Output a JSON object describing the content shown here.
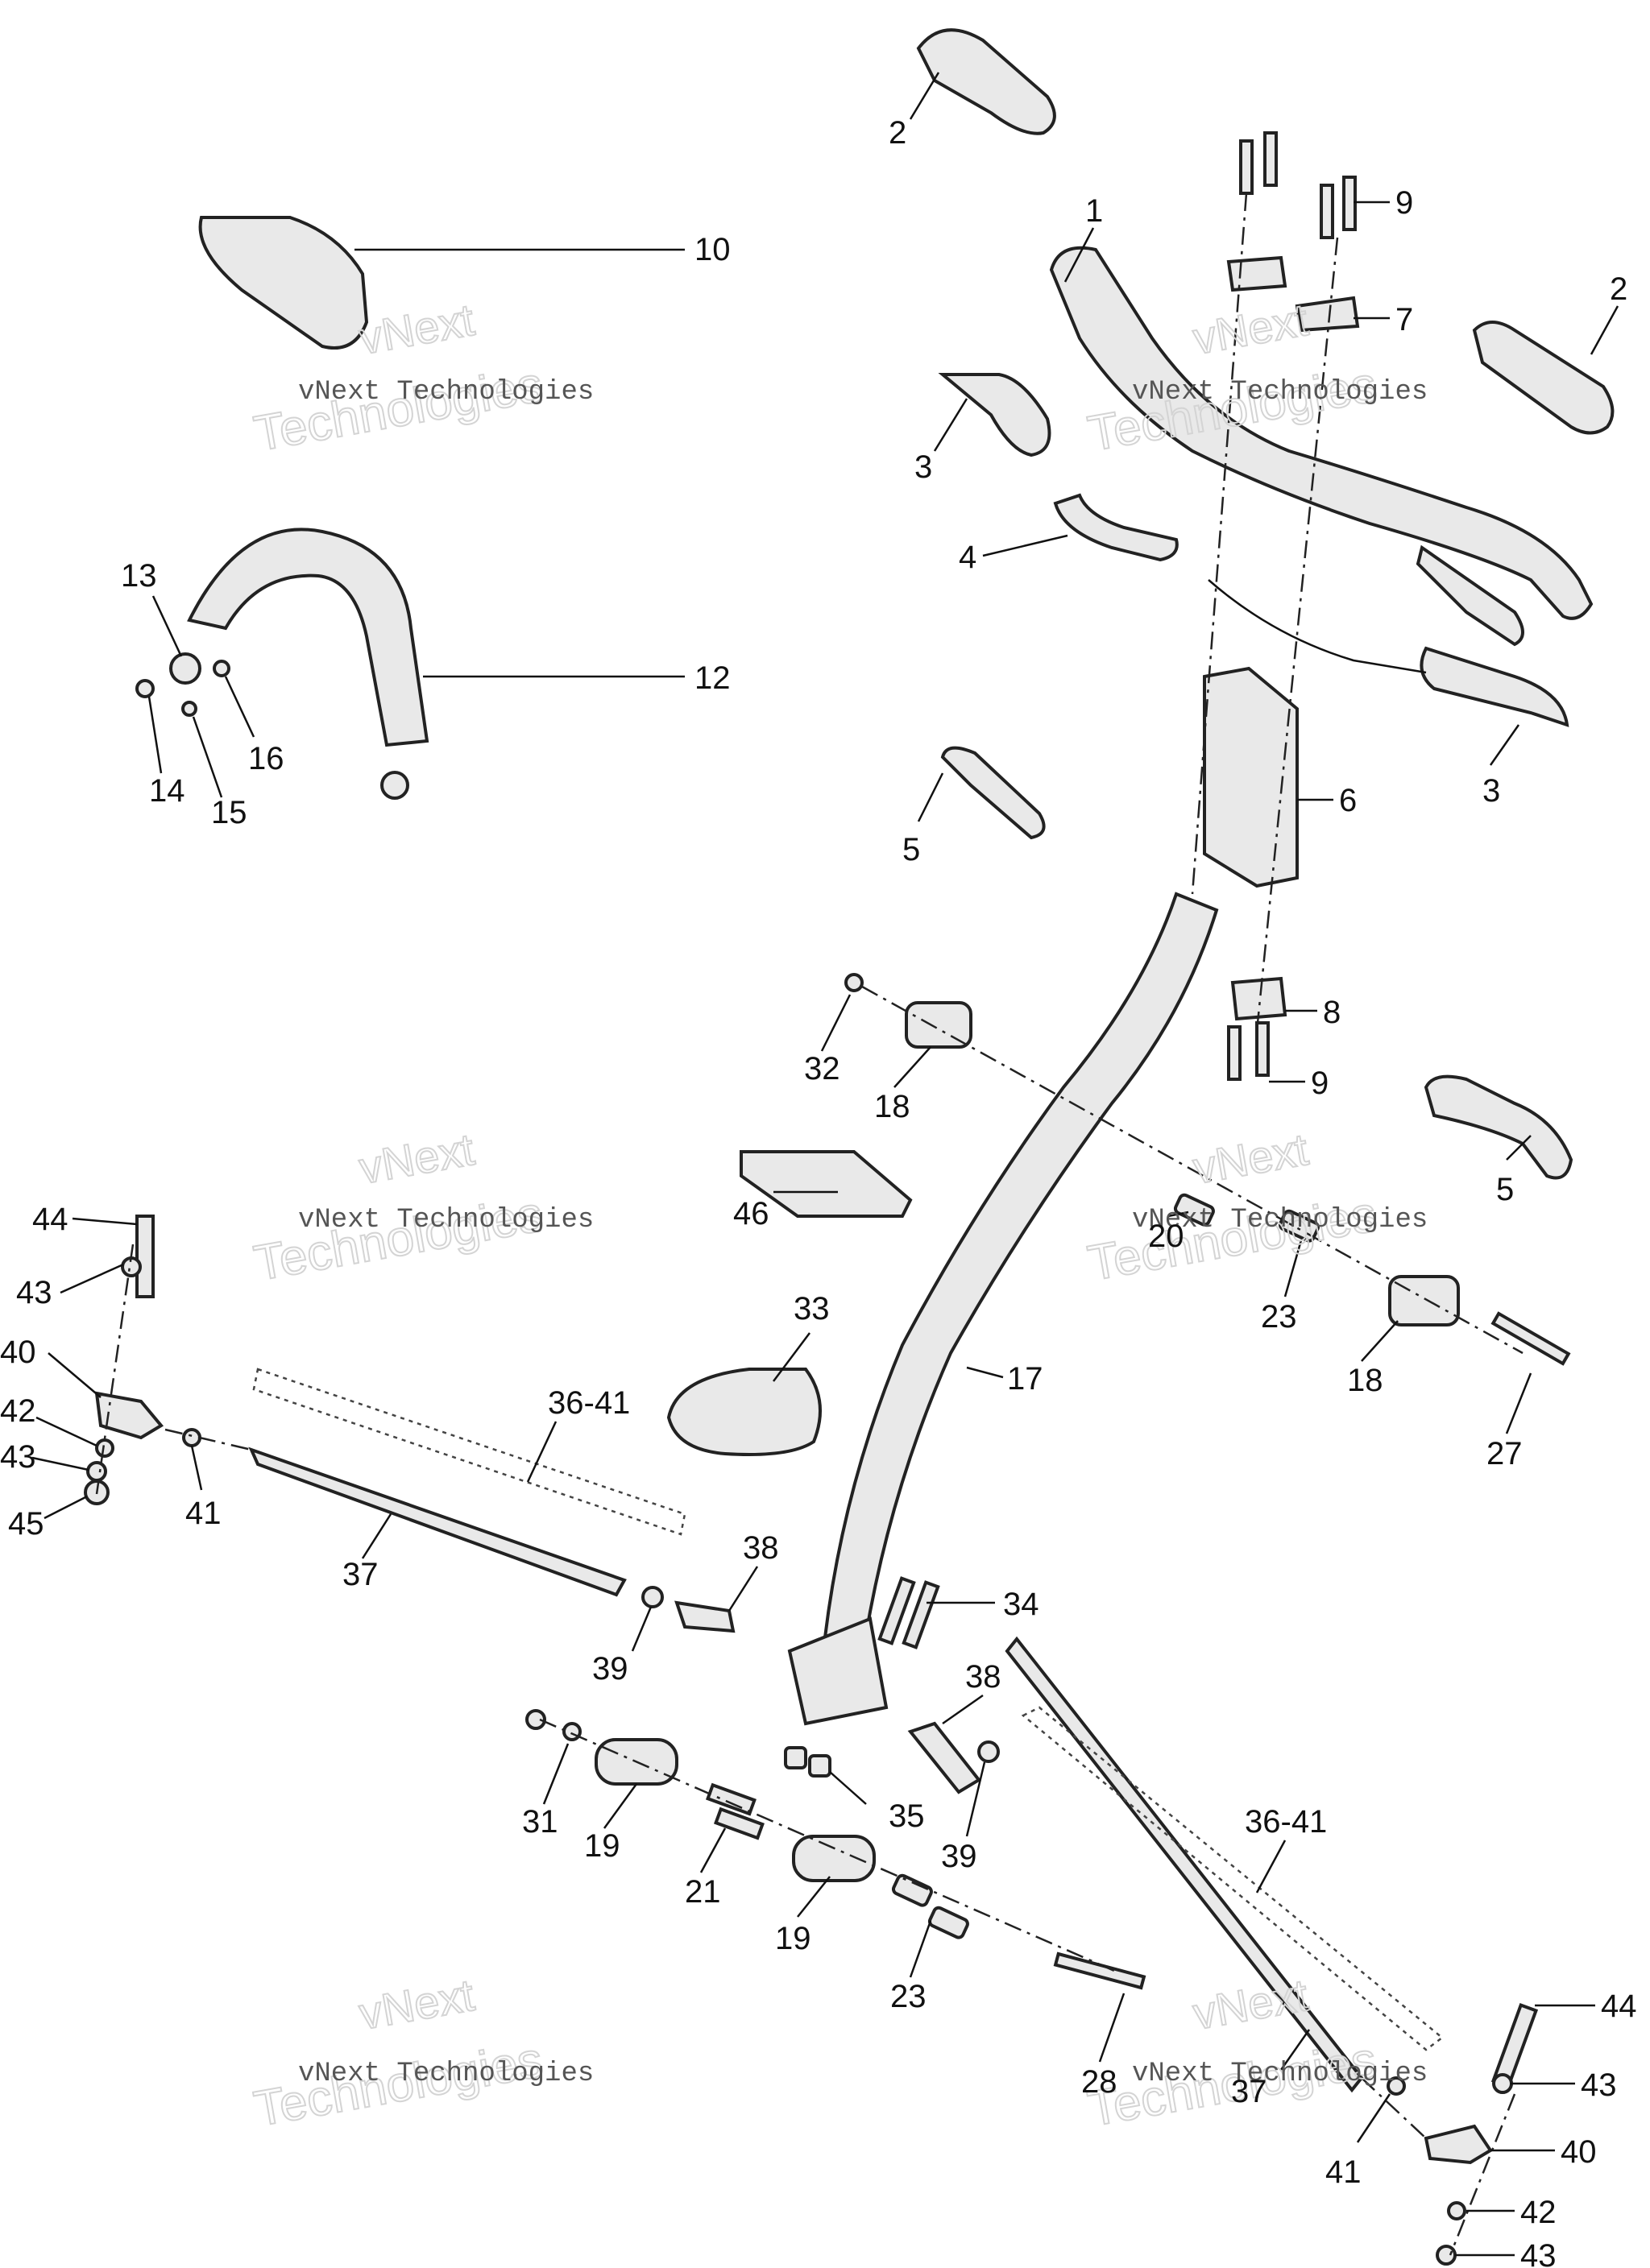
{
  "watermark": {
    "line_top": "vNext",
    "line_mid": "vNext Technologies",
    "line_big": "Technologies"
  },
  "callouts": [
    "1",
    "2",
    "2",
    "3",
    "3",
    "4",
    "5",
    "5",
    "6",
    "7",
    "8",
    "9",
    "9",
    "10",
    "12",
    "13",
    "14",
    "15",
    "16",
    "17",
    "18",
    "18",
    "19",
    "19",
    "20",
    "21",
    "23",
    "23",
    "27",
    "28",
    "31",
    "32",
    "33",
    "34",
    "35",
    "36-41",
    "36-41",
    "37",
    "37",
    "38",
    "38",
    "39",
    "39",
    "40",
    "40",
    "41",
    "41",
    "42",
    "42",
    "43",
    "43",
    "43",
    "43",
    "44",
    "44",
    "45",
    "46"
  ]
}
